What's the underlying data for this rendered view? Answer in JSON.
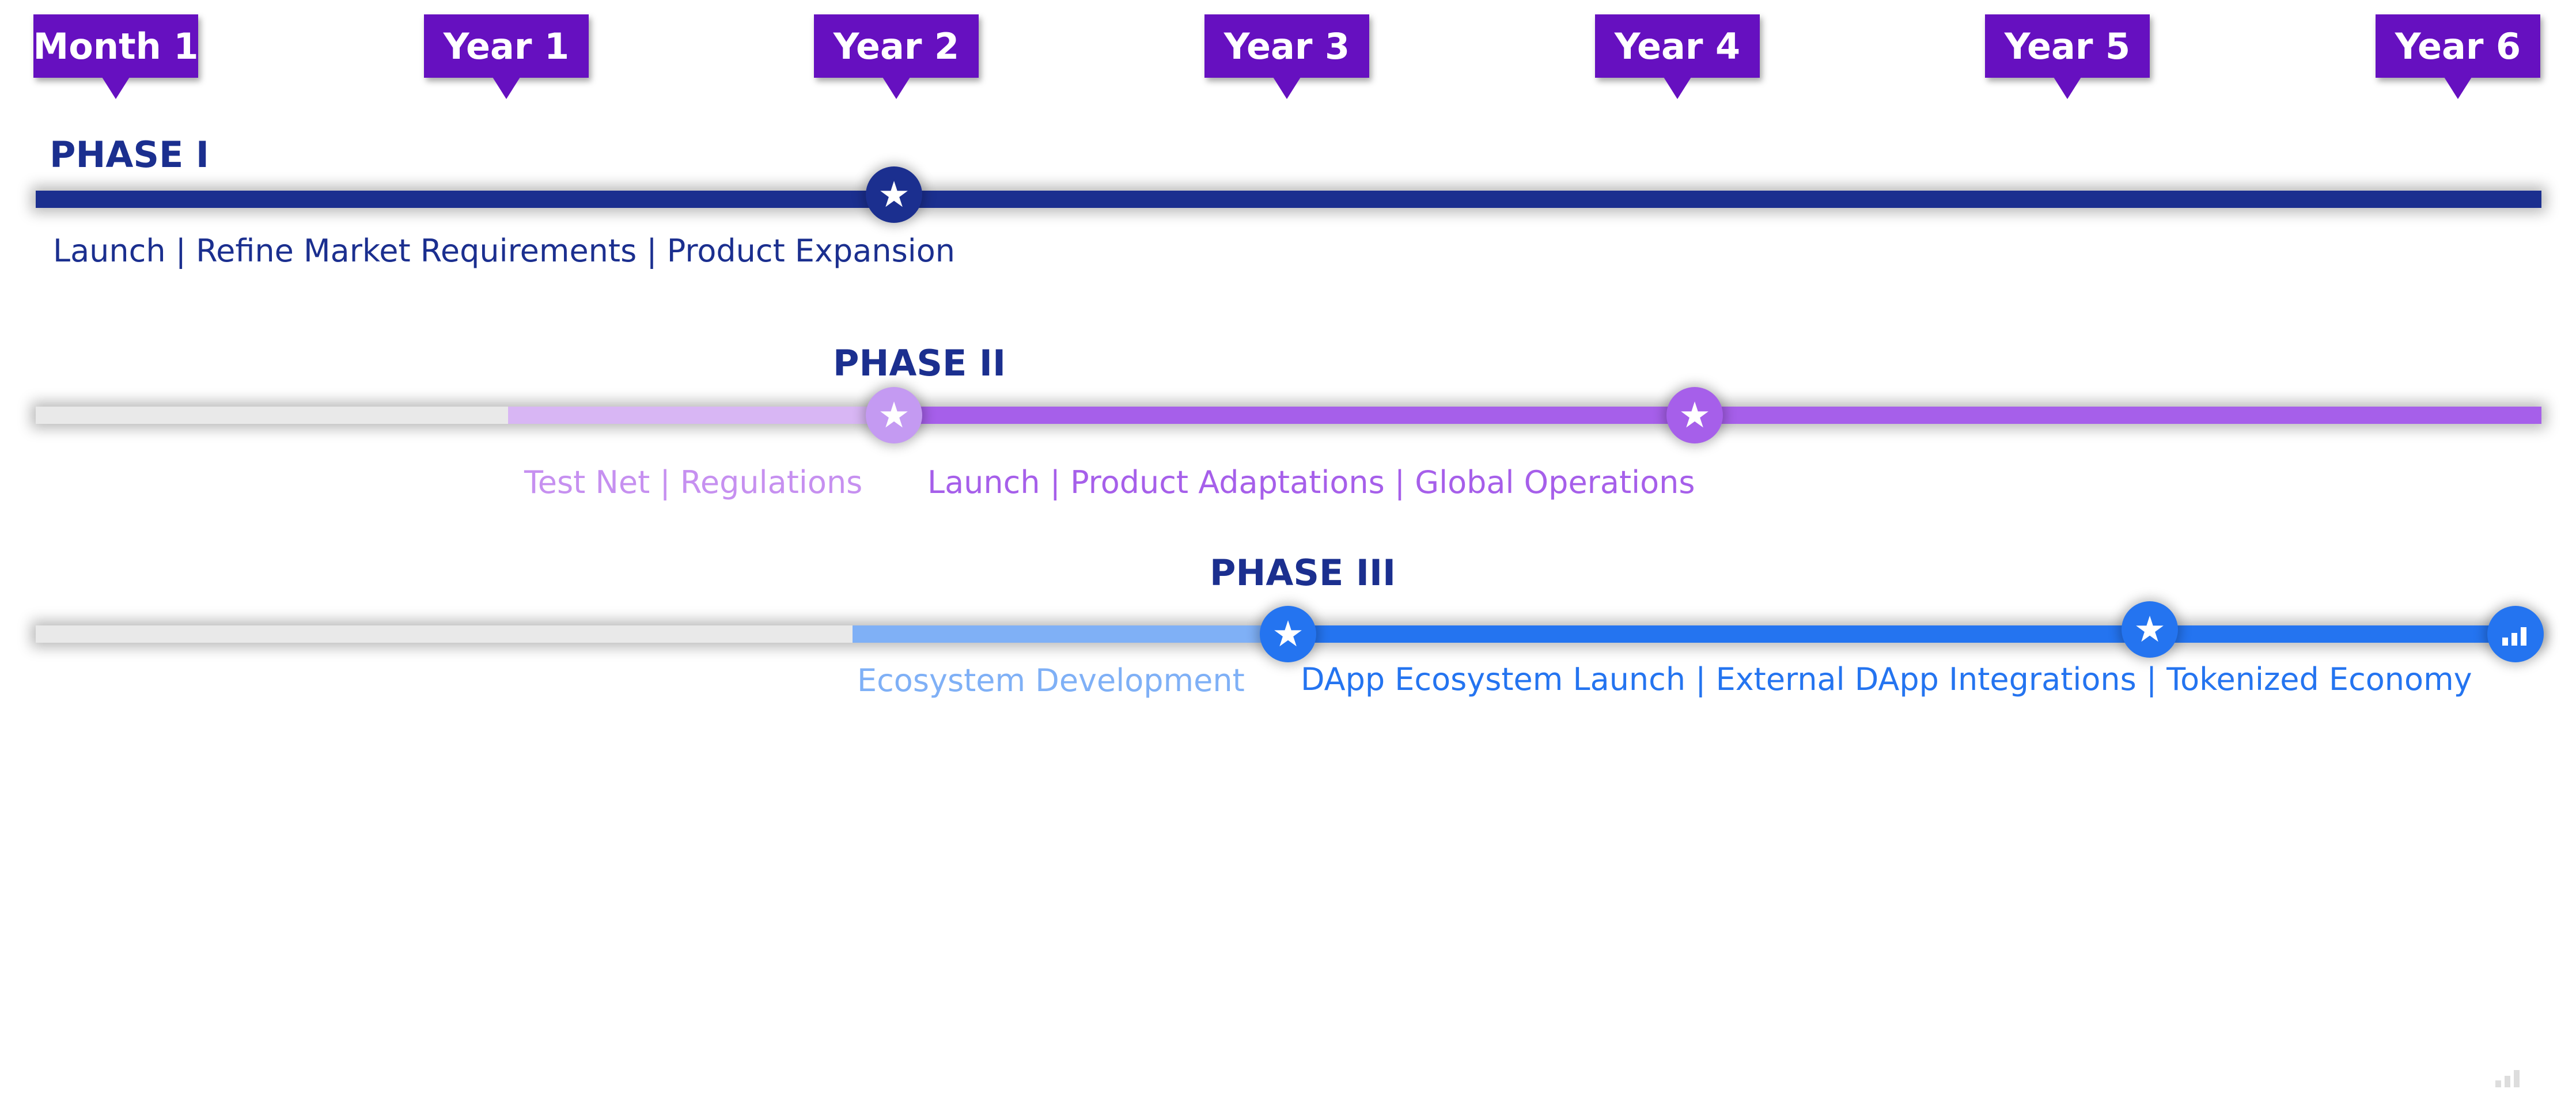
{
  "timeline": {
    "markers": [
      "Month 1",
      "Year 1",
      "Year 2",
      "Year 3",
      "Year 4",
      "Year 5",
      "Year 6"
    ]
  },
  "phases": [
    {
      "title": "PHASE I",
      "labels": [
        "Launch | Refine Market Requirements | Product Expansion"
      ],
      "color": "#1b2f8f"
    },
    {
      "title": "PHASE II",
      "labels": [
        "Test Net | Regulations",
        "Launch | Product Adaptations | Global Operations"
      ],
      "colors": [
        "#d8b6f4",
        "#a65fea"
      ]
    },
    {
      "title": "PHASE III",
      "labels": [
        "Ecosystem Development",
        "DApp Ecosystem Launch | External DApp Integrations | Tokenized Economy"
      ],
      "colors": [
        "#7fb0f6",
        "#2474f0"
      ]
    }
  ],
  "icons": {
    "milestone": "star-icon",
    "end": "bar-chart-icon"
  }
}
